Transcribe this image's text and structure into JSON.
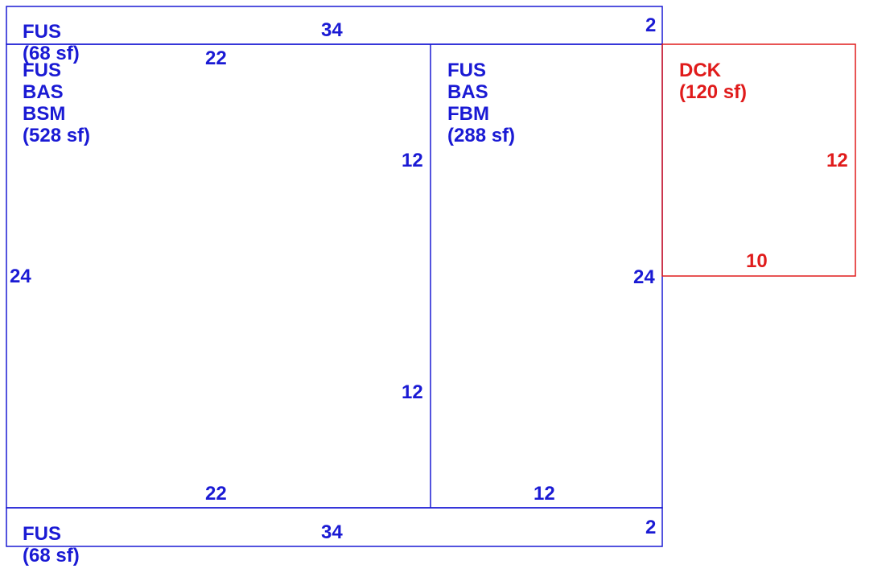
{
  "colors": {
    "fus": "#1a1ad4",
    "dck": "#e01b1b"
  },
  "areas": {
    "top_strip": {
      "lines": [
        "FUS",
        "(68 sf)"
      ]
    },
    "left_room": {
      "lines": [
        "FUS",
        "BAS",
        "BSM",
        "(528 sf)"
      ]
    },
    "right_room": {
      "lines": [
        "FUS",
        "BAS",
        "FBM",
        "(288 sf)"
      ]
    },
    "deck": {
      "lines": [
        "DCK",
        "(120 sf)"
      ]
    },
    "bottom_strip": {
      "lines": [
        "FUS",
        "(68 sf)"
      ]
    }
  },
  "dimensions": {
    "top_strip_width": "34",
    "top_strip_depth": "2",
    "left_room_top": "22",
    "left_room_bottom": "22",
    "divider_upper": "12",
    "divider_lower": "12",
    "left_side": "24",
    "right_side": "24",
    "right_room_bottom": "12",
    "deck_side": "12",
    "deck_bottom": "10",
    "bottom_strip_width": "34",
    "bottom_strip_depth": "2"
  }
}
